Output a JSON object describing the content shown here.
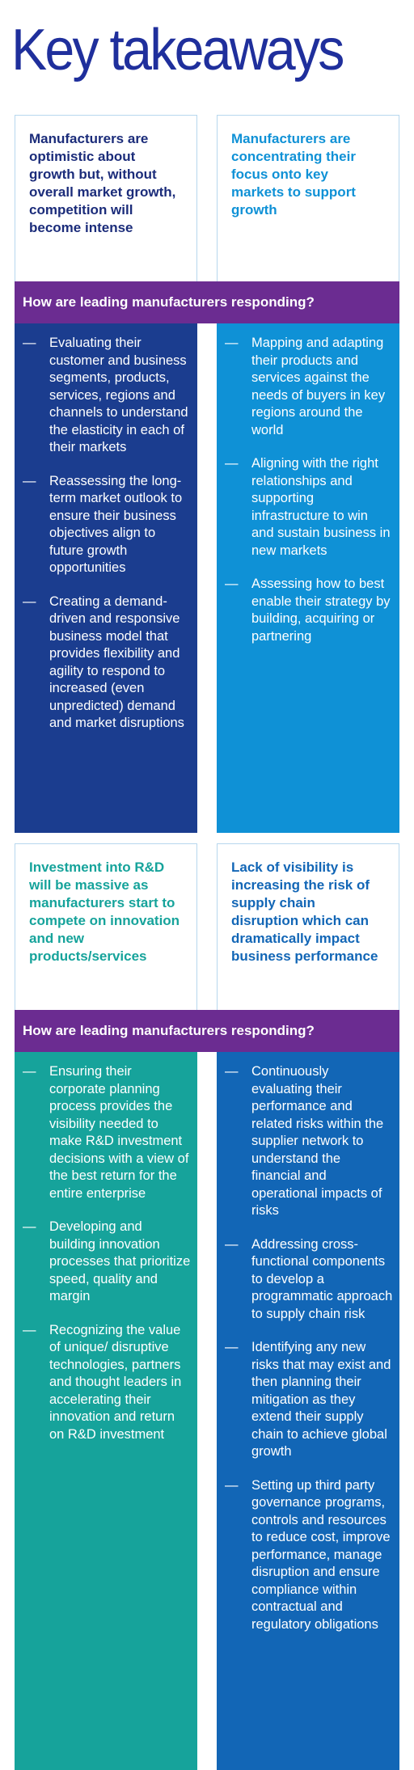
{
  "title": "Key takeaways",
  "colors": {
    "title_blue": "#1f2f9c",
    "dark_blue": "#1b3d8f",
    "light_blue": "#0f91d6",
    "teal": "#16a39b",
    "mid_blue": "#1266b6",
    "purple": "#6b2c91"
  },
  "sections": [
    {
      "left": {
        "heading": "Manufacturers are optimistic about growth but, without overall market growth, competition will become intense",
        "bullets": [
          "Evaluating their customer and business segments, products, services, regions and channels to understand the elasticity in each of their markets",
          "Reassessing the long-term market outlook to ensure their business objectives align to future growth opportunities",
          "Creating a demand-driven and responsive business model that provides flexibility and agility to respond to increased (even unpredicted) demand and market disruptions"
        ]
      },
      "right": {
        "heading": "Manufacturers are concentrating their focus onto key markets to support growth",
        "bullets": [
          "Mapping and adapting their products and services against the needs of buyers in key regions around the world",
          "Aligning with the right relationships and supporting infrastructure to win and sustain business in new markets",
          "Assessing how to best enable their strategy by building, acquiring or partnering"
        ]
      },
      "band": "How are leading manufacturers responding?"
    },
    {
      "left": {
        "heading": "Investment into R&D will be massive as manufacturers start to compete on innovation and new products/services",
        "bullets": [
          "Ensuring their corporate planning process provides the visibility needed to make R&D investment decisions with a view of the best return for the entire enterprise",
          "Developing and building innovation processes that prioritize speed, quality and margin",
          "Recognizing the value of unique/ disruptive technologies, partners and thought leaders in accelerating their innovation and return on R&D investment"
        ]
      },
      "right": {
        "heading": "Lack of visibility is increasing the risk of supply chain disruption which can dramatically impact business performance",
        "bullets": [
          "Continuously evaluating their performance and related risks within the supplier network to understand the financial and operational impacts of risks",
          "Addressing cross-functional components to develop a programmatic approach to supply chain risk",
          "Identifying any new risks that may exist and then planning their mitigation as they extend their supply chain to achieve global growth",
          "Setting up third party governance programs, controls and resources to reduce cost, improve performance, manage disruption and ensure compliance within contractual and regulatory obligations"
        ]
      },
      "band": "How are leading manufacturers responding?"
    }
  ],
  "dash_glyph": "—"
}
